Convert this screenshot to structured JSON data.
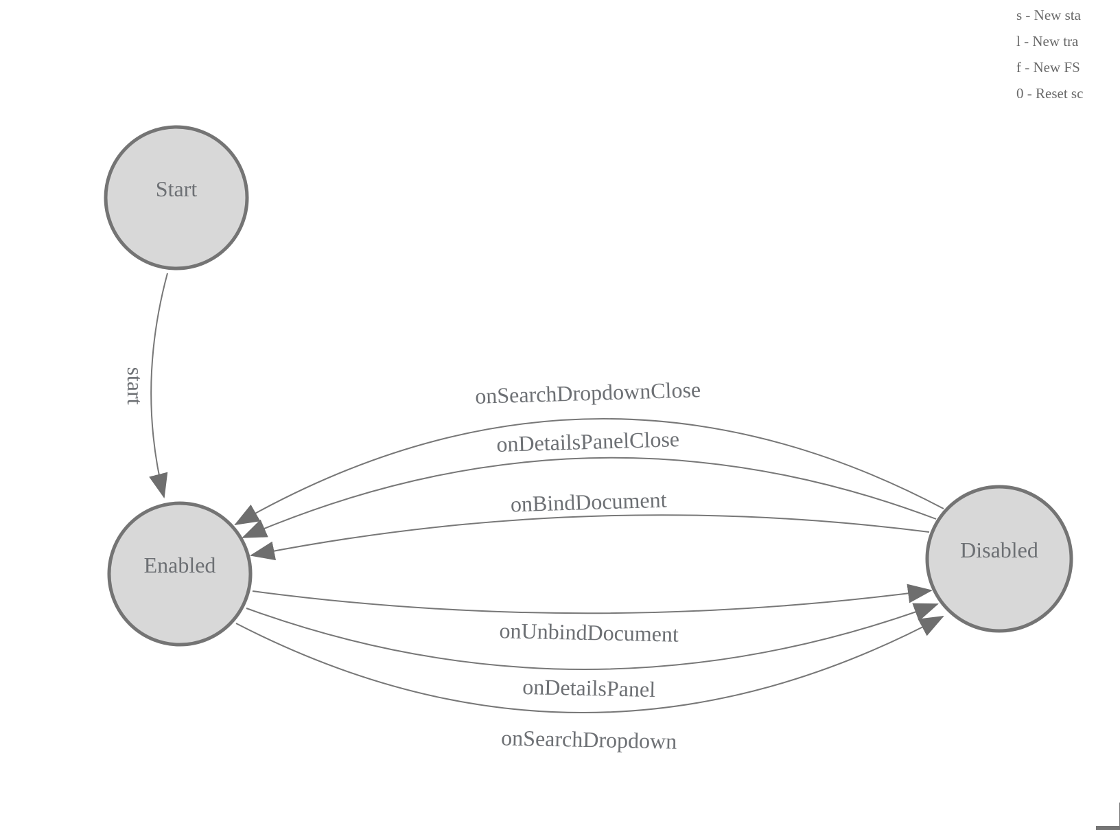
{
  "legend": {
    "lines": [
      "s - New sta",
      "l - New tra",
      "f - New FS",
      "0 - Reset sc"
    ]
  },
  "states": {
    "start": {
      "label": "Start"
    },
    "enabled": {
      "label": "Enabled"
    },
    "disabled": {
      "label": "Disabled"
    }
  },
  "transitions": {
    "start": {
      "label": "start",
      "from": "Start",
      "to": "Enabled"
    },
    "onSearchDropdownClose": {
      "label": "onSearchDropdownClose",
      "from": "Disabled",
      "to": "Enabled"
    },
    "onDetailsPanelClose": {
      "label": "onDetailsPanelClose",
      "from": "Disabled",
      "to": "Enabled"
    },
    "onBindDocument": {
      "label": "onBindDocument",
      "from": "Disabled",
      "to": "Enabled"
    },
    "onUnbindDocument": {
      "label": "onUnbindDocument",
      "from": "Enabled",
      "to": "Disabled"
    },
    "onDetailsPanel": {
      "label": "onDetailsPanel",
      "from": "Enabled",
      "to": "Disabled"
    },
    "onSearchDropdown": {
      "label": "onSearchDropdown",
      "from": "Enabled",
      "to": "Disabled"
    }
  },
  "colors": {
    "state_fill": "#d8d8d8",
    "state_stroke": "#747474",
    "edge_stroke": "#777777",
    "arrow_fill": "#6e6e6e",
    "label_text": "#6d7074",
    "legend_text": "#696969"
  }
}
